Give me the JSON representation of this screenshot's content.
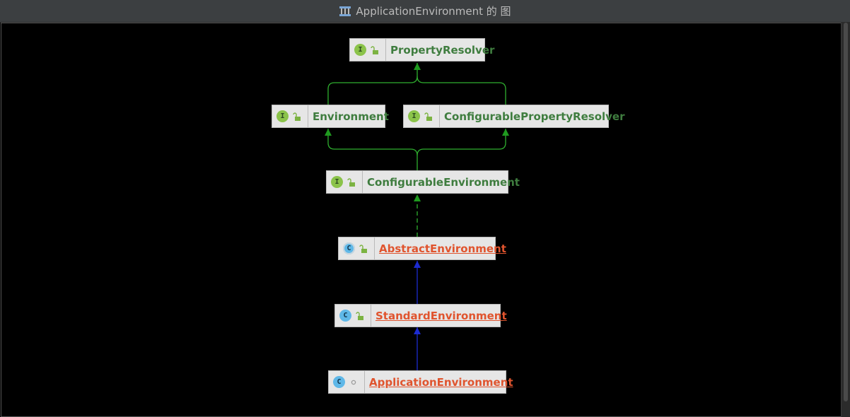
{
  "window": {
    "title": "ApplicationEnvironment 的 图"
  },
  "nodes": [
    {
      "id": "property-resolver",
      "label": "PropertyResolver",
      "kind": "interface",
      "badge": "I",
      "visibility": "public"
    },
    {
      "id": "environment",
      "label": "Environment",
      "kind": "interface",
      "badge": "I",
      "visibility": "public"
    },
    {
      "id": "configurable-property-resolver",
      "label": "ConfigurablePropertyResolver",
      "kind": "interface",
      "badge": "I",
      "visibility": "public"
    },
    {
      "id": "configurable-environment",
      "label": "ConfigurableEnvironment",
      "kind": "interface",
      "badge": "I",
      "visibility": "public"
    },
    {
      "id": "abstract-environment",
      "label": "AbstractEnvironment",
      "kind": "abstract-class",
      "badge": "C",
      "visibility": "public"
    },
    {
      "id": "standard-environment",
      "label": "StandardEnvironment",
      "kind": "class",
      "badge": "C",
      "visibility": "public"
    },
    {
      "id": "application-environment",
      "label": "ApplicationEnvironment",
      "kind": "class",
      "badge": "C",
      "visibility": "package-private"
    }
  ],
  "edges": [
    {
      "from": "environment",
      "to": "property-resolver",
      "type": "extends-interface"
    },
    {
      "from": "configurable-property-resolver",
      "to": "property-resolver",
      "type": "extends-interface"
    },
    {
      "from": "configurable-environment",
      "to": "environment",
      "type": "extends-interface"
    },
    {
      "from": "configurable-environment",
      "to": "configurable-property-resolver",
      "type": "extends-interface"
    },
    {
      "from": "abstract-environment",
      "to": "configurable-environment",
      "type": "implements"
    },
    {
      "from": "standard-environment",
      "to": "abstract-environment",
      "type": "extends-class"
    },
    {
      "from": "application-environment",
      "to": "standard-environment",
      "type": "extends-class"
    }
  ],
  "colors": {
    "interface_edge": "#2fae2f",
    "class_edge": "#1c2bd0",
    "interface_label": "#3f7d3f",
    "class_label": "#e0542e",
    "node_background": "#e6e6e6",
    "canvas_background": "#000000"
  }
}
